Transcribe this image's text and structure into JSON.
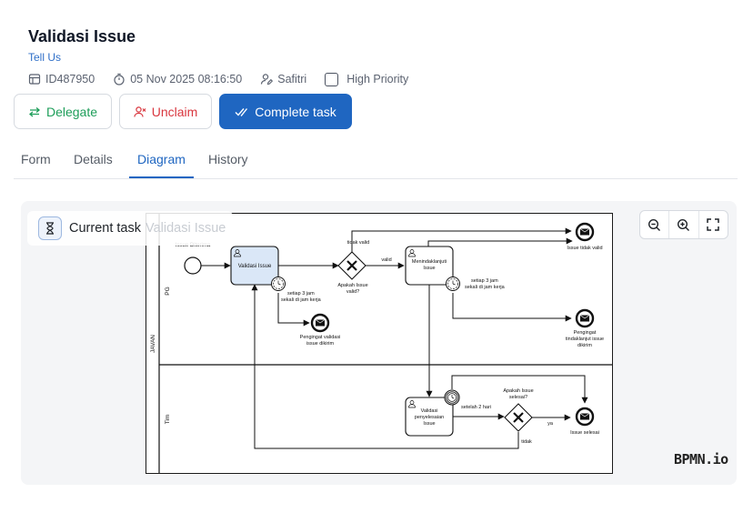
{
  "header": {
    "title": "Validasi Issue",
    "subtitle": "Tell Us"
  },
  "meta": {
    "id": "ID487950",
    "datetime": "05 Nov 2025 08:16:50",
    "assignee": "Safitri",
    "high_priority_label": "High Priority",
    "high_priority_checked": false
  },
  "actions": {
    "delegate": "Delegate",
    "unclaim": "Unclaim",
    "complete": "Complete task"
  },
  "tabs": [
    "Form",
    "Details",
    "Diagram",
    "History"
  ],
  "active_tab": "Diagram",
  "current_task": {
    "label": "Current task",
    "name": "Validasi Issue"
  },
  "diagram": {
    "pool": "JAVAN",
    "lanes": [
      "PG",
      "Tim"
    ],
    "start_event": "Issue Diterima",
    "tasks": {
      "validasi_issue": "Validasi Issue",
      "menindaklanjuti": [
        "Menindaklanjuti",
        "Issue"
      ],
      "validasi_penyelesaian": [
        "Validasi",
        "penyelesaian",
        "Issue"
      ]
    },
    "gateways": {
      "issue_valid": [
        "Apakah Issue",
        "valid?"
      ],
      "issue_selesai": [
        "Apakah Issue",
        "selesai?"
      ]
    },
    "flow_labels": {
      "tidak_valid": "tidak valid",
      "valid": "valid",
      "ya": "ya",
      "tidak": "tidak"
    },
    "timers": {
      "t1": [
        "setiap 3 jam",
        "sekali di jam kerja"
      ],
      "t2": [
        "setiap 3 jam",
        "sekali di jam kerja"
      ],
      "t3": "setelah 2 hari"
    },
    "end_events": {
      "issue_tidak_valid": "Issue tidak valid",
      "pengingat_validasi": [
        "Pengingat validasi",
        "issue dikirim"
      ],
      "pengingat_tindaklanjut": [
        "Pengingat",
        "tindaklanjut issue",
        "dikirim"
      ],
      "issue_selesai": "Issue selesai"
    }
  },
  "branding": "BPMN.io"
}
